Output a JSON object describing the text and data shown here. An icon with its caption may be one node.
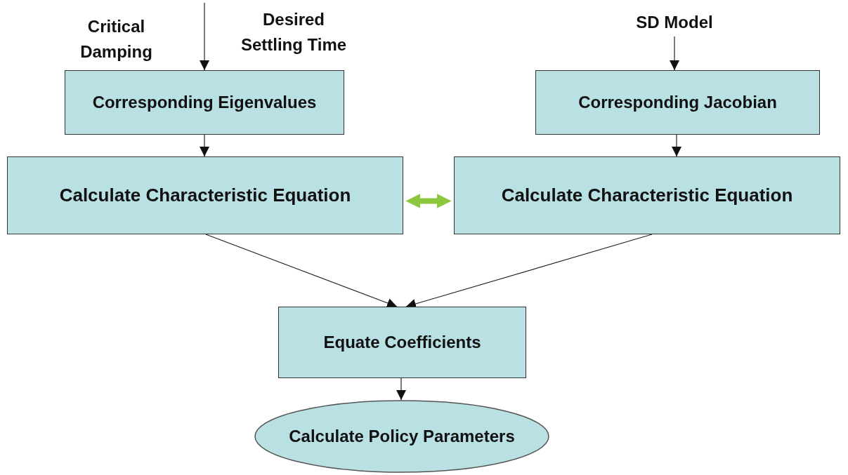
{
  "diagram": {
    "nodes": [
      {
        "text": [
          "Corresponding Eigenvalues"
        ]
      },
      {
        "text": [
          "SD Model"
        ]
      },
      {
        "text": [
          "Corresponding Jacobian"
        ]
      },
      {
        "text": [
          "Calculate Characteristic Equation"
        ]
      },
      {
        "text": [
          "Calculate Characteristic Equation"
        ]
      },
      {
        "text": [
          "Equate Coefficients"
        ]
      },
      {
        "text": [
          "Calculate Policy Parameters"
        ]
      }
    ],
    "edges": [
      {
        "from": null,
        "to": 0,
        "arrow": "to"
      },
      {
        "from": 1,
        "to": 2,
        "arrow": "to"
      },
      {
        "from": 0,
        "to": 3,
        "arrow": "to"
      },
      {
        "from": 2,
        "to": 4,
        "arrow": "to"
      },
      {
        "from": 3,
        "to": 4,
        "arrow": "both",
        "style": "thick",
        "color": "#8dc63f"
      },
      {
        "from": 3,
        "to": 5,
        "arrow": "to"
      },
      {
        "from": 4,
        "to": 5,
        "arrow": "to"
      },
      {
        "from": 5,
        "to": 6,
        "arrow": "to"
      }
    ],
    "labels": [
      "Critical Damping",
      "Desired Settling Time"
    ]
  }
}
